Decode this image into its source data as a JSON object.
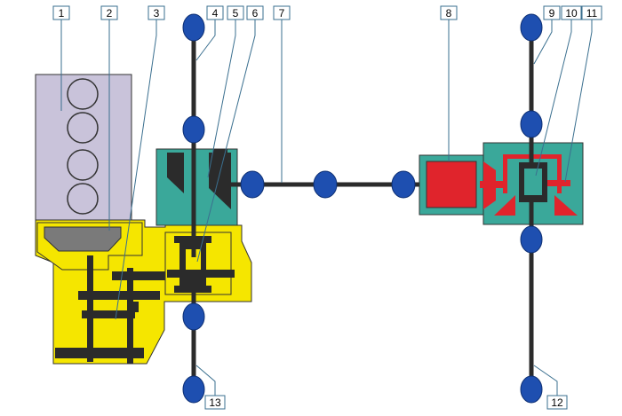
{
  "colors": {
    "engine": "#c9c3da",
    "engine_dark": "#6b6b6b",
    "gearbox": "#f5e600",
    "teal": "#3aa89a",
    "red": "#e0242c",
    "shaft": "#2b2b2b",
    "joint": "#1e4fb0",
    "callout_line": "#3a6f8f"
  },
  "icons": {
    "cv_joint": "cv-joint-icon",
    "differential": "differential-icon"
  },
  "callouts": [
    {
      "id": "c1",
      "label": "1"
    },
    {
      "id": "c2",
      "label": "2"
    },
    {
      "id": "c3",
      "label": "3"
    },
    {
      "id": "c4",
      "label": "4"
    },
    {
      "id": "c5",
      "label": "5"
    },
    {
      "id": "c6",
      "label": "6"
    },
    {
      "id": "c7",
      "label": "7"
    },
    {
      "id": "c8",
      "label": "8"
    },
    {
      "id": "c9",
      "label": "9"
    },
    {
      "id": "c10",
      "label": "10"
    },
    {
      "id": "c11",
      "label": "11"
    },
    {
      "id": "c12",
      "label": "12"
    },
    {
      "id": "c13",
      "label": "13"
    }
  ]
}
